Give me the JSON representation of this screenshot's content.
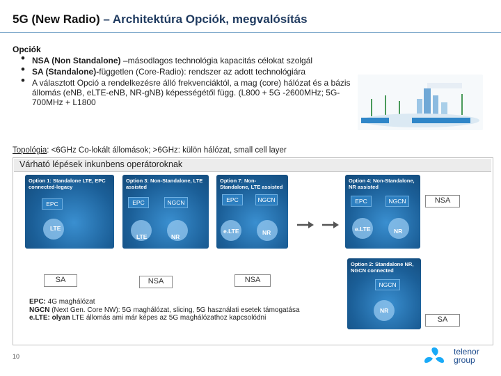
{
  "header": {
    "title_part1": "5G (New Radio)",
    "title_part2": " – Architektúra Opciók, megvalósítás"
  },
  "opciok": {
    "heading": "Opciók",
    "bullets": [
      {
        "strong": "NSA (Non Standalone)",
        "text": " –másodlagos technológia kapacitás célokat szolgál"
      },
      {
        "strong": "SA (Standalone)-",
        "text": "független  (Core-Radio): rendszer az adott technológiára"
      },
      {
        "strong": "",
        "text": "A választott  Opció a rendelkezésre álló frekvenciáktól, a mag (core) hálózat és a bázis állomás (eNB, eLTE-eNB, NR-gNB) képességétől függ. (L800 + 5G -2600MHz; 5G-700MHz + L1800"
      }
    ]
  },
  "topology": {
    "label": "Topológia",
    "text": ": <6GHz Co-lokált állomások; >6GHz: külön hálózat, small cell layer"
  },
  "steps": {
    "banner": "Várható lépések inkunbens operátoroknak",
    "panels": [
      {
        "header": "Option 1: Standalone LTE, EPC connected-legacy",
        "chips": [
          "EPC"
        ],
        "nodes": [
          "LTE"
        ]
      },
      {
        "header": "Option 3: Non-Standalone, LTE assisted",
        "chips": [
          "EPC",
          "NGCN"
        ],
        "nodes": [
          "LTE",
          "NR"
        ]
      },
      {
        "header": "Option 7: Non-Standalone, LTE assisted",
        "chips": [
          "EPC",
          "NGCN"
        ],
        "nodes": [
          "e.LTE",
          "NR"
        ]
      },
      {
        "header": "Option 4: Non-Standalone, NR assisted",
        "chips": [
          "EPC",
          "NGCN"
        ],
        "nodes": [
          "e.LTE",
          "NR"
        ]
      },
      {
        "header": "Option 2: Standalone NR, NGCN connected",
        "chips": [
          "NGCN"
        ],
        "nodes": [
          "NR"
        ]
      }
    ],
    "tags": {
      "sa_left": "SA",
      "nsa_mid": "NSA",
      "nsa_right": "NSA",
      "nsa_top": "NSA",
      "sa_bottom": "SA"
    }
  },
  "legend": [
    {
      "key": "EPC:",
      "text": " 4G maghálózat"
    },
    {
      "key": "NGCN",
      "text": " (Next Gen. Core NW): 5G maghálózat, slicing, 5G használati esetek támogatása"
    },
    {
      "key": "e.LTE: olyan",
      "text": " LTE állomás ami már képes az 5G maghálózathoz kapcsolódni"
    }
  ],
  "footer": {
    "page_number": "10",
    "logo_line1": "telenor",
    "logo_line2": "group"
  },
  "colors": {
    "panel_blue": "#1b5f98",
    "title_blue": "#1f3a5f",
    "logo_blue": "#19aaf8"
  }
}
